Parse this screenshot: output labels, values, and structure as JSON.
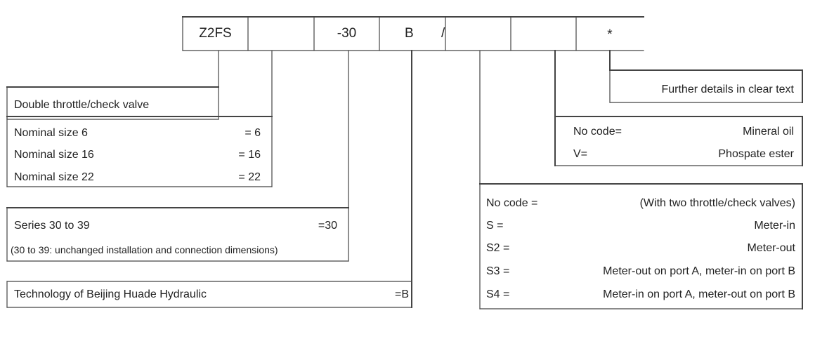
{
  "code_header": {
    "cells": [
      "Z2FS",
      "",
      "-30",
      "B",
      "/",
      "",
      "",
      "*"
    ]
  },
  "box_valve": {
    "label": "Double throttle/check valve"
  },
  "box_size": {
    "rows": [
      {
        "label": "Nominal size 6",
        "value": "= 6"
      },
      {
        "label": "Nominal size 16",
        "value": "= 16"
      },
      {
        "label": "Nominal size 22",
        "value": "= 22"
      }
    ]
  },
  "box_series": {
    "label": "Series 30 to 39",
    "value": "=30",
    "note": "(30 to 39: unchanged installation and  connection dimensions)"
  },
  "box_tech": {
    "label": "Technology of Beijing Huade Hydraulic",
    "value": "=B"
  },
  "box_details": {
    "label": "Further details in clear text"
  },
  "box_seal": {
    "rows": [
      {
        "code": "No code=",
        "desc": "Mineral oil"
      },
      {
        "code": "V=",
        "desc": "Phospate ester"
      }
    ]
  },
  "box_function": {
    "rows": [
      {
        "code": "No code =",
        "desc": "(With two throttle/check valves)"
      },
      {
        "code": "S  =",
        "desc": "Meter-in"
      },
      {
        "code": "S2 =",
        "desc": "Meter-out"
      },
      {
        "code": "S3 =",
        "desc": "Meter-out on port A, meter-in on port B"
      },
      {
        "code": "S4 =",
        "desc": "Meter-in on port A, meter-out on port B"
      }
    ]
  }
}
